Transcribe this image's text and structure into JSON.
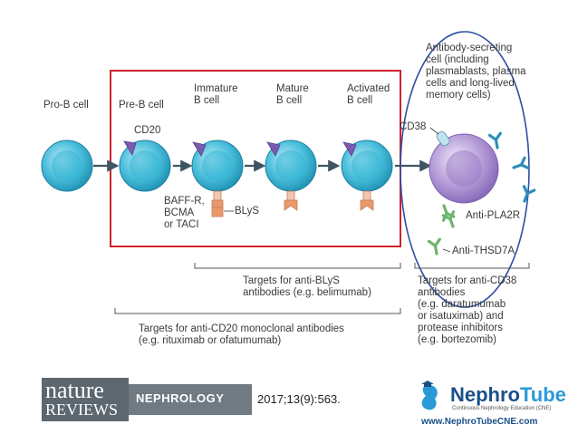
{
  "stages": [
    "Pro-B cell",
    "Pre-B cell",
    "Immature\nB cell",
    "Mature\nB cell",
    "Activated\nB cell"
  ],
  "plasma_label": "Antibody-secreting\ncell (including\nplasmablasts, plasma\ncells and long-lived\nmemory cells)",
  "markers": {
    "cd20": "CD20",
    "cd38": "CD38",
    "receptors": "BAFF-R,\nBCMA\nor TACI",
    "blys": "BLyS",
    "anti_pla2r": "Anti-PLA2R",
    "anti_thsd7a": "Anti-THSD7A"
  },
  "targets": {
    "blys": "Targets for anti-BLyS\nantibodies (e.g. belimumab)",
    "cd38": "Targets for anti-CD38\nantibodies\n(e.g. daratumumab\nor isatuximab) and\nprotease inhibitors\n(e.g. bortezomib)",
    "cd20": "Targets for anti-CD20 monoclonal antibodies\n(e.g. rituximab or ofatumumab)"
  },
  "footer": {
    "journal_line1": "nature",
    "journal_line2": "REVIEWS",
    "journal_section": "NEPHROLOGY",
    "citation": "2017;13(9):563.",
    "nephrotube_a": "Nephro",
    "nephrotube_b": "Tube",
    "nephrotube_sub": "Continuous Nephrology Education (CNE)",
    "nephrotube_url": "www.NephroTubeCNE.com"
  },
  "colors": {
    "cell": "#35b7d6",
    "plasma": "#a187c8",
    "receptor_purple": "#7a5bb0",
    "blys_orange": "#e89a6e",
    "antibody_blue": "#2a8fb8",
    "antibody_green": "#6fb36e",
    "highlight_red": "#d0232a",
    "highlight_blue": "#2e4fa3"
  }
}
